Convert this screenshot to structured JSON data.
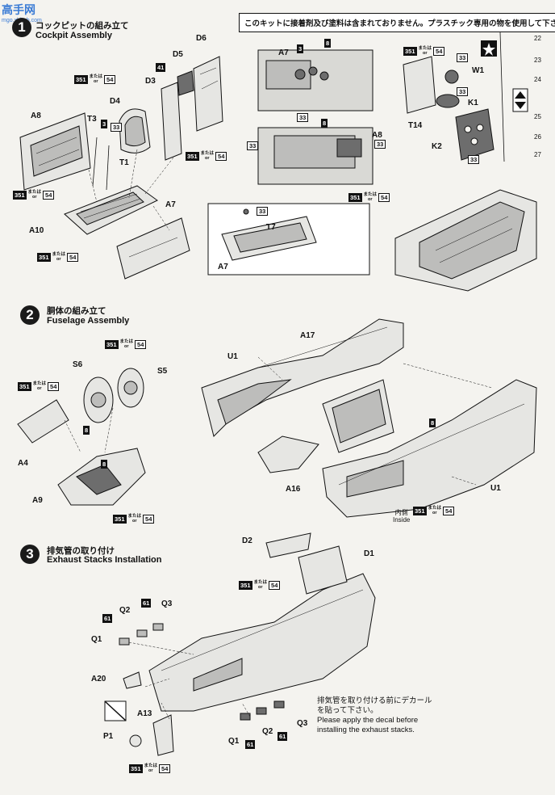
{
  "watermark": {
    "text": "高手网",
    "sub": "mgo.xbhob.com"
  },
  "notice": "このキットに接着剤及び塗料は含まれておりません。プラスチック専用の物を使用して下さい。",
  "steps": [
    {
      "num": "1",
      "jp": "コックピットの組み立て",
      "en": "Cockpit Assembly"
    },
    {
      "num": "2",
      "jp": "胴体の組み立て",
      "en": "Fuselage Assembly"
    },
    {
      "num": "3",
      "jp": "排気管の取り付け",
      "en": "Exhaust Stacks Installation"
    }
  ],
  "paint": {
    "code": "351",
    "mata": "または",
    "or": "or",
    "alt": "54"
  },
  "parts": {
    "D6": "D6",
    "D5": "D5",
    "D3": "D3",
    "D4": "D4",
    "A8": "A8",
    "T3": "T3",
    "T1": "T1",
    "A10": "A10",
    "A7": "A7",
    "T7": "T7",
    "T14": "T14",
    "W1": "W1",
    "K1": "K1",
    "K2": "K2",
    "U1": "U1",
    "A17": "A17",
    "S6": "S6",
    "S5": "S5",
    "A4": "A4",
    "A9": "A9",
    "A16": "A16",
    "D2": "D2",
    "D1": "D1",
    "Q1": "Q1",
    "Q2": "Q2",
    "Q3": "Q3",
    "A20": "A20",
    "A13": "A13",
    "P1": "P1"
  },
  "colors": {
    "c41": "41",
    "c33": "33",
    "c8": "8",
    "c3": "3",
    "c61": "61"
  },
  "decals": [
    "22",
    "23",
    "24",
    "25",
    "26",
    "27"
  ],
  "inside": {
    "jp": "内側",
    "en": "Inside"
  },
  "exhaust_note": {
    "jp1": "排気管を取り付ける前にデカール",
    "jp2": "を貼って下さい。",
    "en1": "Please apply the decal before",
    "en2": "installing the exhaust stacks."
  }
}
